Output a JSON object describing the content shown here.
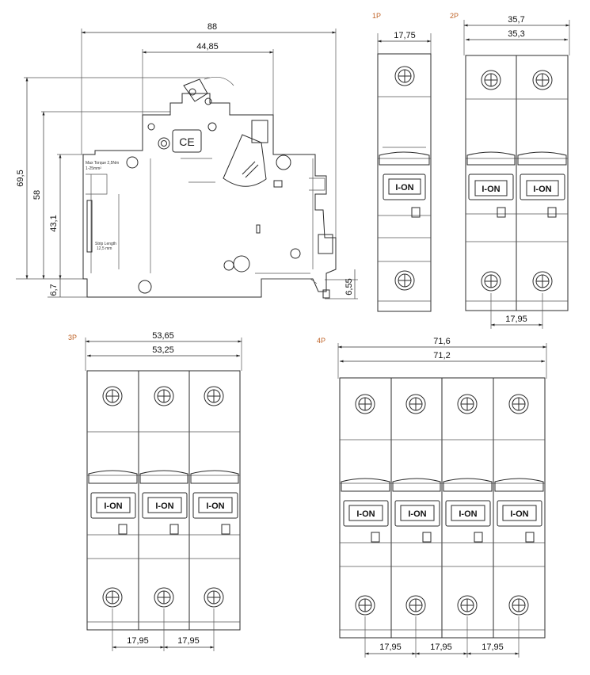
{
  "views": {
    "side": {
      "dims": {
        "d88": "88",
        "d4485": "44,85",
        "d695": "69,5",
        "d58": "58",
        "d431": "43,1",
        "d67": "6,7",
        "d655": "6,55"
      },
      "notes": {
        "torque": "Max Torque 2,5Nm",
        "section": "1-25mm²",
        "strip": "Strip Length",
        "strip_value": "12,5 mm"
      },
      "ce_mark": "CE"
    },
    "p1": {
      "label": "1P",
      "width": "17,75",
      "handle": "I-ON"
    },
    "p2": {
      "label": "2P",
      "outer": "35,7",
      "inner": "35,3",
      "pitch": "17,95",
      "handle": "I-ON"
    },
    "p3": {
      "label": "3P",
      "outer": "53,65",
      "inner": "53,25",
      "pitch": [
        "17,95",
        "17,95"
      ],
      "handle": "I-ON"
    },
    "p4": {
      "label": "4P",
      "outer": "71,6",
      "inner": "71,2",
      "pitch": [
        "17,95",
        "17,95",
        "17,95"
      ],
      "handle": "I-ON"
    }
  }
}
